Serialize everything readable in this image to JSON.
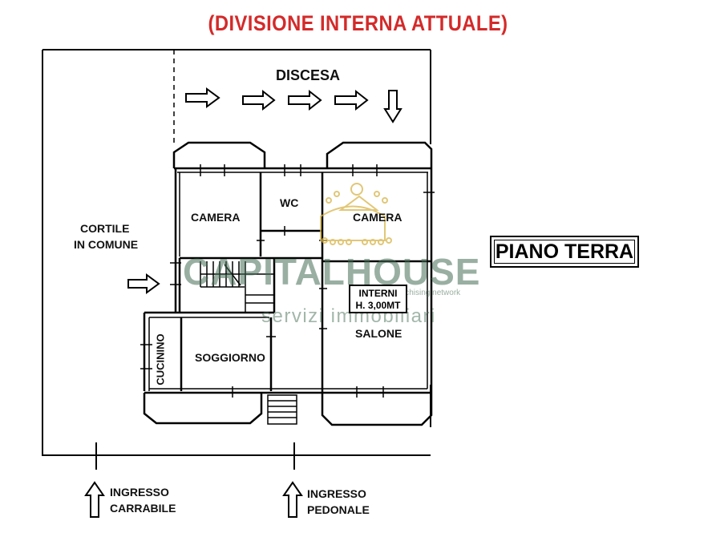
{
  "title": "(DIVISIONE INTERNA ATTUALE)",
  "level_label": "PIANO TERRA",
  "descent_label": "DISCESA",
  "courtyard": {
    "line1": "CORTILE",
    "line2": "IN COMUNE"
  },
  "rooms": {
    "camera_left": "CAMERA",
    "wc": "WC",
    "camera_right": "CAMERA",
    "cucinino": "CUCININO",
    "soggiorno": "SOGGIORNO",
    "salone": "SALONE"
  },
  "interni_note": {
    "line1": "INTERNI",
    "line2": "H. 3,00MT"
  },
  "entrances": {
    "carrabile": {
      "line1": "INGRESSO",
      "line2": "CARRABILE"
    },
    "pedonale": {
      "line1": "INGRESSO",
      "line2": "PEDONALE"
    }
  },
  "watermark": {
    "brand": "CAPITALHOUSE",
    "tagline": "servizi immobiliari",
    "network": "franchising network"
  },
  "colors": {
    "title": "#d42a2a",
    "watermark": "#466e55",
    "logo": "#d8b54a"
  }
}
